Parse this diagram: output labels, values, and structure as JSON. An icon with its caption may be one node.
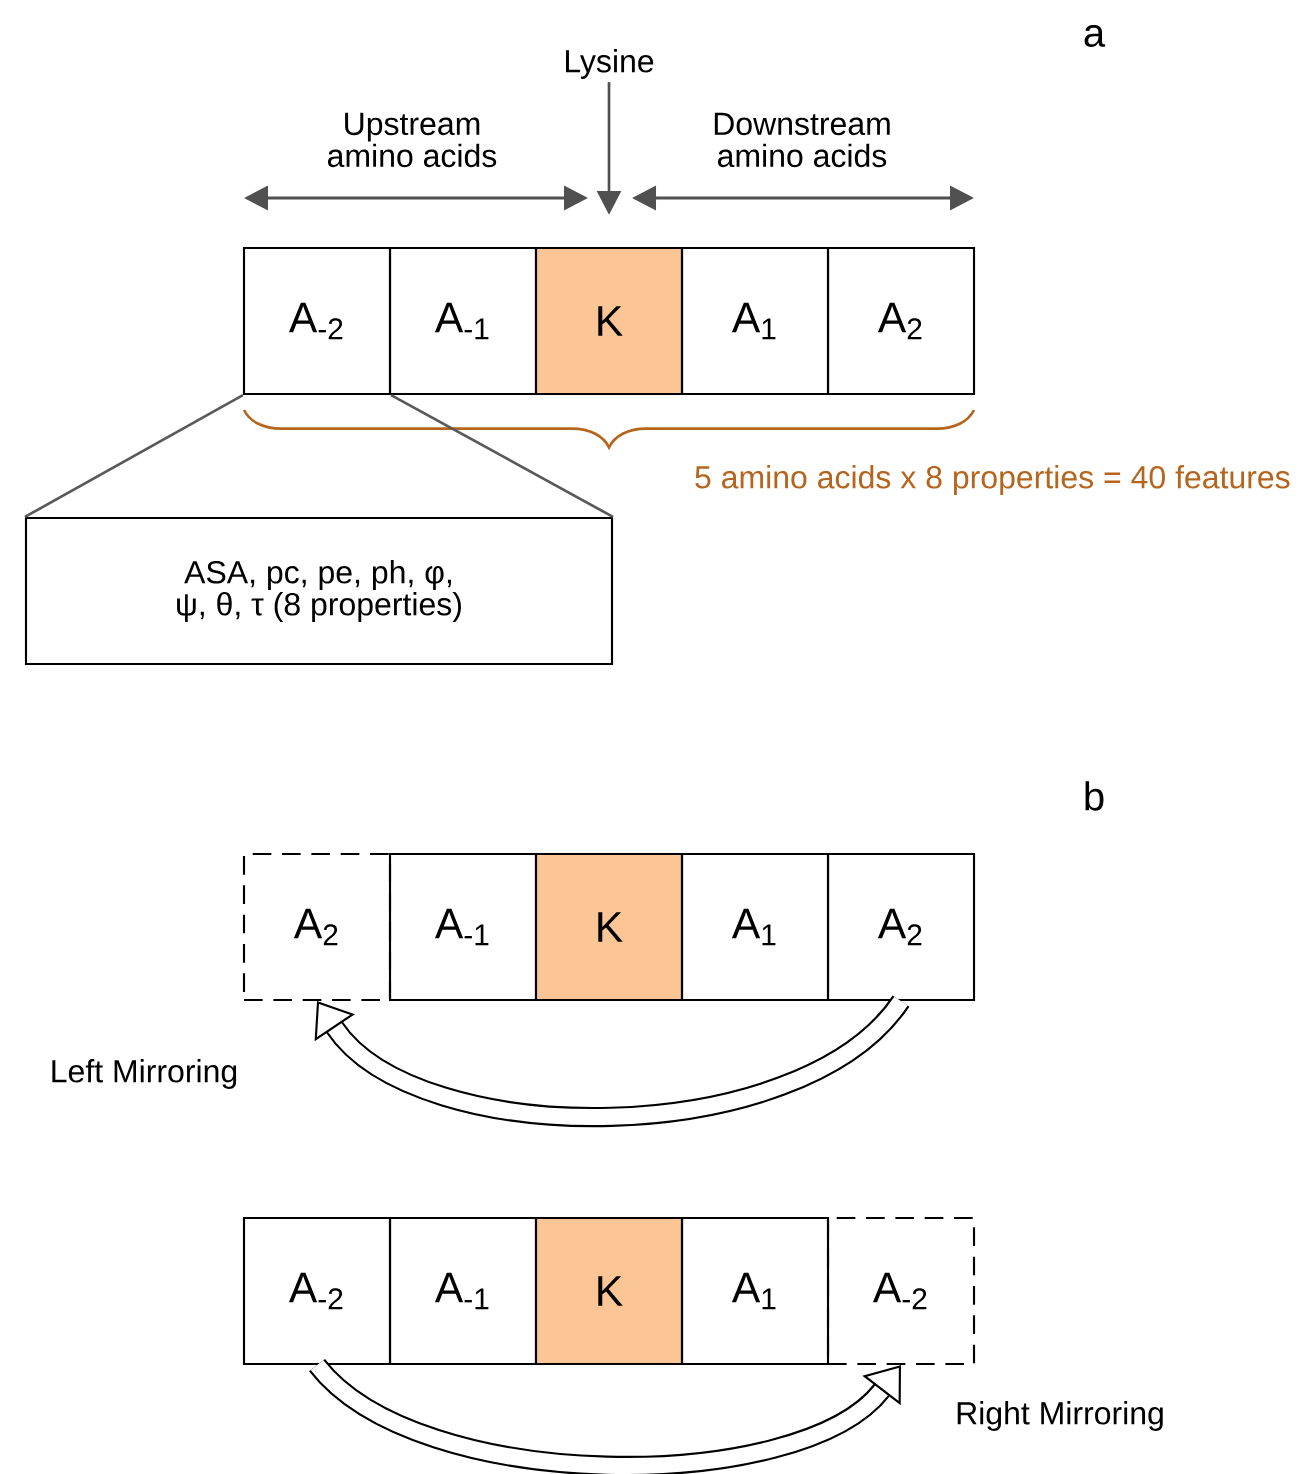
{
  "diagram": {
    "nodes": [
      {
        "text": [
          "A$_{-2}$"
        ]
      },
      {
        "text": [
          "A$_{-1}$"
        ]
      },
      {
        "text": [
          "K"
        ]
      },
      {
        "text": [
          "A$_{1}$"
        ]
      },
      {
        "text": [
          "A$_{2}$"
        ]
      },
      {
        "text": [
          "ASA, pc, pe, ph, φ, ψ, θ, τ (8 properties)"
        ]
      },
      {
        "text": [
          "Lysine"
        ]
      },
      {
        "text": [
          "A$_{2}$"
        ]
      },
      {
        "text": [
          "A$_{-1}$"
        ]
      },
      {
        "text": [
          "K"
        ]
      },
      {
        "text": [
          "A$_{1}$"
        ]
      },
      {
        "text": [
          "A$_{2}$"
        ]
      },
      {
        "text": [
          "A$_{-2}$"
        ]
      },
      {
        "text": [
          "A$_{-1}$"
        ]
      },
      {
        "text": [
          "K"
        ]
      },
      {
        "text": [
          "A$_{1}$"
        ]
      },
      {
        "text": [
          "A$_{-2}$"
        ]
      }
    ],
    "edges": [
      {
        "from": 6,
        "to": 2,
        "arrow": "to"
      },
      {
        "from": 0,
        "to": 5,
        "arrow": "none"
      },
      {
        "from": 0,
        "to": 5,
        "arrow": "none"
      },
      {
        "from": 11,
        "to": 7,
        "arrow": "to",
        "label": "Left Mirroring",
        "style": "thick"
      },
      {
        "from": 12,
        "to": 16,
        "arrow": "to",
        "label": "Right Mirroring",
        "style": "thick"
      }
    ],
    "labels": [
      "a",
      "Upstream amino acids",
      "Downstream amino acids",
      "5 amino acids x 8 properties = 40 features",
      "b"
    ]
  }
}
